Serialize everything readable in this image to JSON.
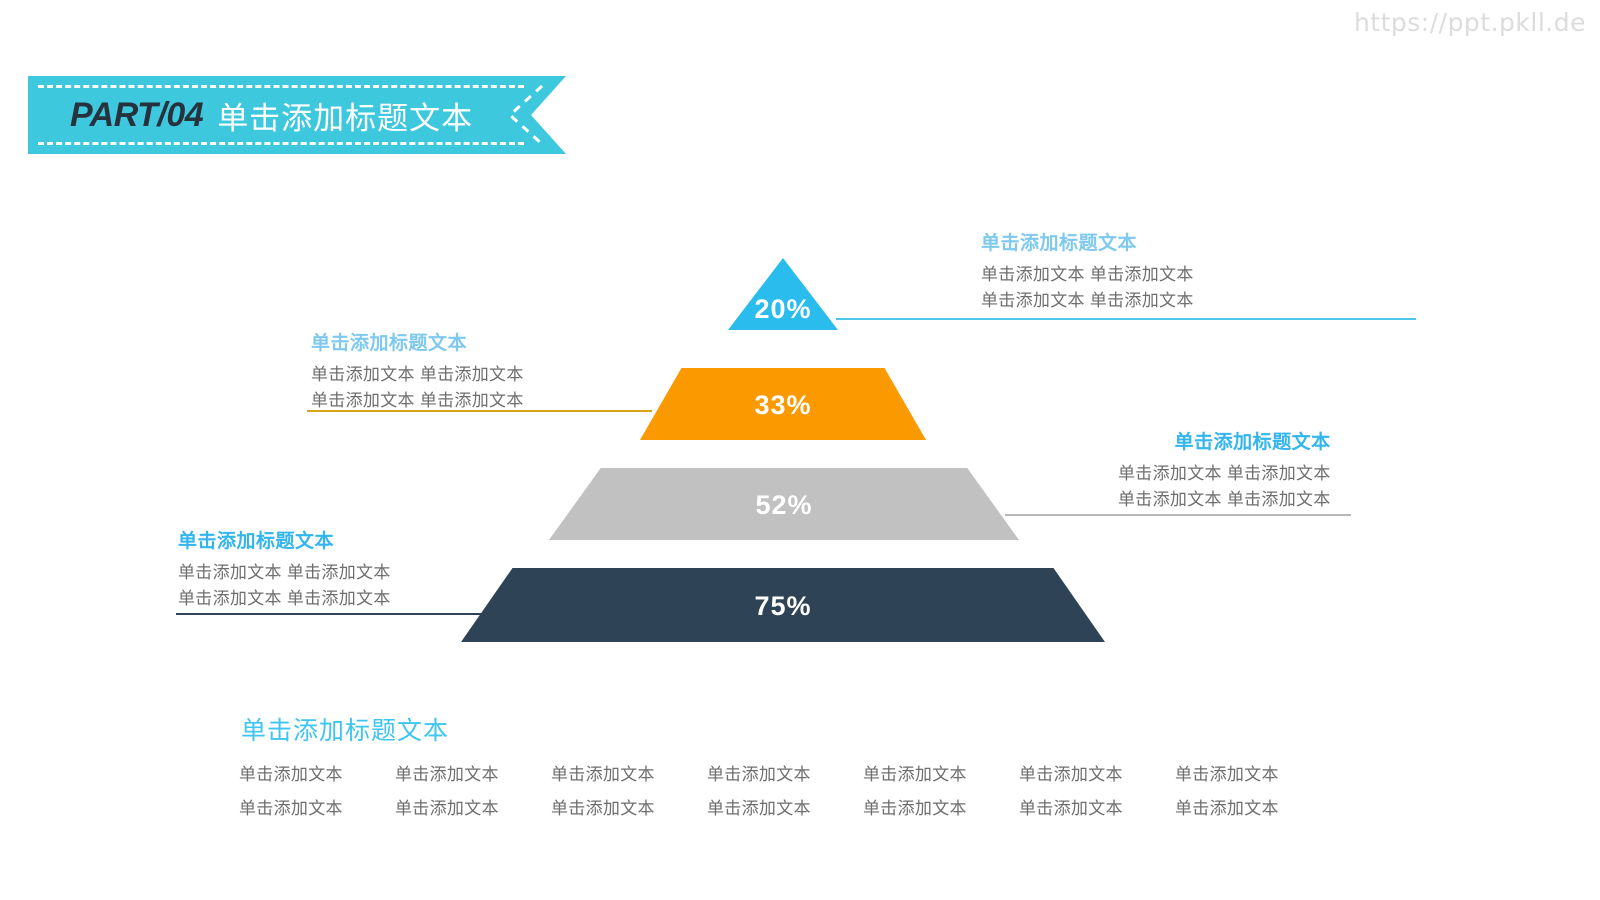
{
  "watermark": "https://ppt.pkll.de",
  "header": {
    "part_label": "PART/04",
    "title": "单击添加标题文本",
    "banner_color": "#3ec8de",
    "part_color": "#26333f"
  },
  "chart_data": {
    "type": "pie",
    "title": "单击添加标题文本",
    "categories": [
      "20%",
      "33%",
      "52%",
      "75%"
    ],
    "values": [
      20,
      33,
      52,
      75
    ],
    "value_labels": [
      "20%",
      "33%",
      "52%",
      "75%"
    ],
    "colors": [
      "#29bced",
      "#fb9a00",
      "#c1c1c1",
      "#2e4356"
    ],
    "xlabel": "",
    "ylabel": "",
    "legend": false,
    "grid": false
  },
  "pyramid": {
    "tiers": [
      {
        "value_label": "20%",
        "color": "#29bced",
        "side": "right"
      },
      {
        "value_label": "33%",
        "color": "#fb9a00",
        "side": "left"
      },
      {
        "value_label": "52%",
        "color": "#c1c1c1",
        "side": "right"
      },
      {
        "value_label": "75%",
        "color": "#2e4356",
        "side": "left"
      }
    ]
  },
  "callouts": [
    {
      "title": "单击添加标题文本",
      "title_color": "#7fc9ef",
      "line1": "单击添加文本 单击添加文本",
      "line2": "单击添加文本 单击添加文本",
      "connector_color": "#4dc6e8"
    },
    {
      "title": "单击添加标题文本",
      "title_color": "#7fc9ef",
      "line1": "单击添加文本 单击添加文本",
      "line2": "单击添加文本 单击添加文本",
      "connector_color": "#d8a418"
    },
    {
      "title": "单击添加标题文本",
      "title_color": "#33b5ee",
      "line1": "单击添加文本 单击添加文本",
      "line2": "单击添加文本 单击添加文本",
      "connector_color": "#b8b8b8"
    },
    {
      "title": "单击添加标题文本",
      "title_color": "#33b5ee",
      "line1": "单击添加文本 单击添加文本",
      "line2": "单击添加文本 单击添加文本",
      "connector_color": "#2e4356"
    }
  ],
  "bottom": {
    "title": "单击添加标题文本",
    "title_color": "#3ec6f0",
    "cells": [
      "单击添加文本",
      "单击添加文本",
      "单击添加文本",
      "单击添加文本",
      "单击添加文本",
      "单击添加文本",
      "单击添加文本",
      "单击添加文本",
      "单击添加文本",
      "单击添加文本",
      "单击添加文本",
      "单击添加文本",
      "单击添加文本",
      "单击添加文本"
    ]
  }
}
